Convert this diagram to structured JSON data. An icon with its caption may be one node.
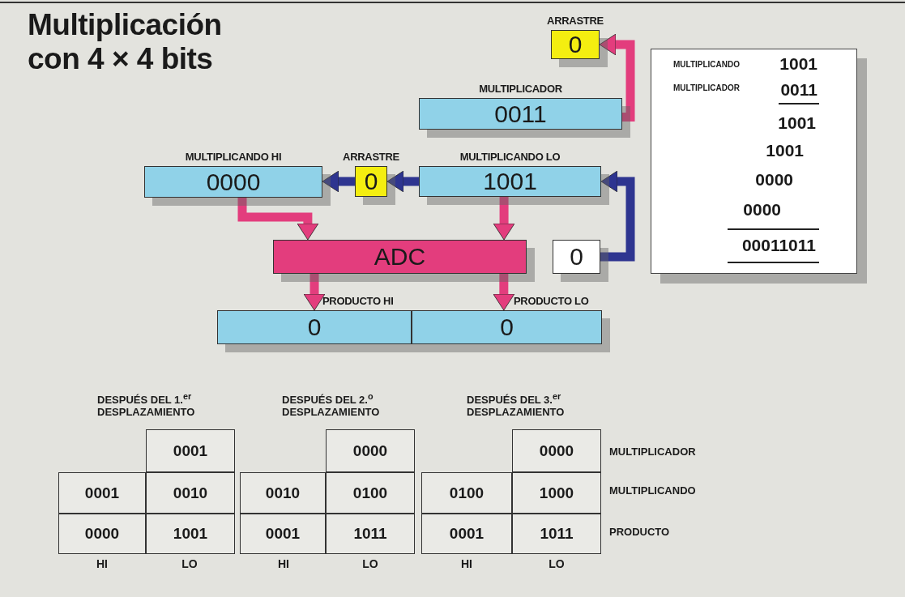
{
  "diagram": {
    "title": "Multiplicación con 4 × 4 bits",
    "nodes": [
      {
        "text": [
          "ARRASTRE",
          "0"
        ]
      },
      {
        "text": [
          "MULTIPLICADOR",
          "0011"
        ]
      },
      {
        "text": [
          "MULTIPLICANDO HI",
          "0000"
        ]
      },
      {
        "text": [
          "ARRASTRE",
          "0"
        ]
      },
      {
        "text": [
          "MULTIPLICANDO LO",
          "1001"
        ]
      },
      {
        "text": [
          "ADC"
        ]
      },
      {
        "text": [
          "0"
        ]
      },
      {
        "text": [
          "PRODUCTO HI",
          "0"
        ]
      },
      {
        "text": [
          "PRODUCTO LO",
          "0"
        ]
      },
      {
        "text": [
          "MULTIPLICANDO",
          "1001",
          "MULTIPLICADOR",
          "0011",
          "1001",
          "1001",
          "0000",
          "0000",
          "00011011"
        ]
      }
    ],
    "edges": [
      {
        "from": 1,
        "to": 0,
        "arrow": "to"
      },
      {
        "from": 4,
        "to": 3,
        "arrow": "to",
        "color": "#2e3590"
      },
      {
        "from": 3,
        "to": 2,
        "arrow": "to",
        "color": "#2e3590"
      },
      {
        "from": 2,
        "to": 5,
        "arrow": "to"
      },
      {
        "from": 4,
        "to": 5,
        "arrow": "to"
      },
      {
        "from": 6,
        "to": 4,
        "arrow": "to",
        "color": "#2e3590"
      },
      {
        "from": 5,
        "to": 7,
        "arrow": "to"
      },
      {
        "from": 5,
        "to": 8,
        "arrow": "to"
      }
    ],
    "labels": [
      "DESPUÉS DEL 1.$^{er}$ DESPLAZAMIENTO",
      "DESPUÉS DEL 2.$^{o}$ DESPLAZAMIENTO",
      "DESPUÉS DEL 3.$^{er}$ DESPLAZAMIENTO",
      "0001",
      "0000",
      "0000",
      "MULTIPLICADOR",
      "0001",
      "0010",
      "0010",
      "0100",
      "0100",
      "1000",
      "MULTIPLICANDO",
      "0000",
      "1001",
      "0001",
      "1011",
      "0001",
      "1011",
      "PRODUCTO",
      "HI",
      "LO",
      "HI",
      "LO",
      "HI",
      "LO"
    ]
  }
}
